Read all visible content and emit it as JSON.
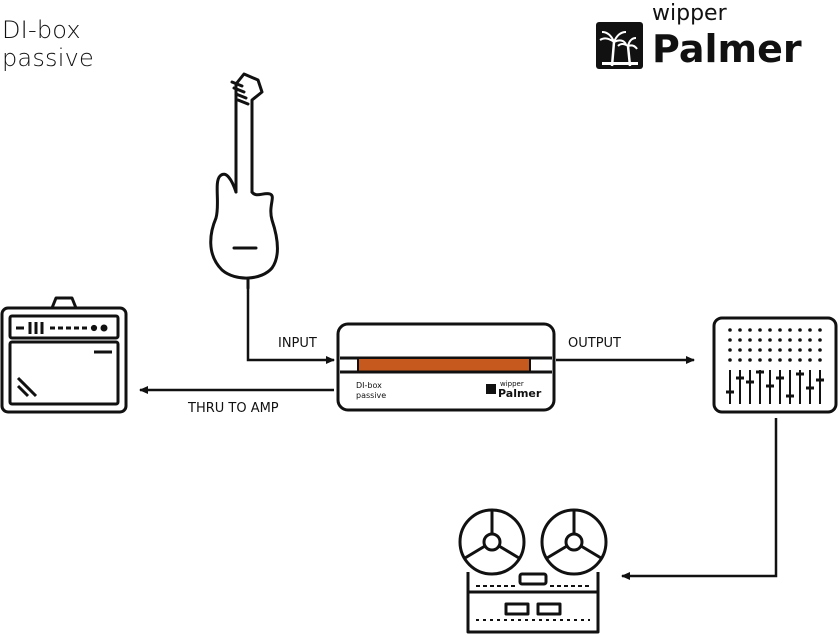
{
  "title": {
    "line1": "DI-box",
    "line2": "passive"
  },
  "brand": {
    "small": "wipper",
    "big": "Palmer",
    "logo_icon": "palm-trees-icon"
  },
  "device": {
    "label_line1": "DI-box",
    "label_line2": "passive",
    "brand_small": "wipper",
    "brand_big": "Palmer",
    "stripe_color": "#c65a1e"
  },
  "connections": {
    "input": "INPUT",
    "output": "OUTPUT",
    "thru": "THRU TO AMP"
  },
  "icons": {
    "guitar": "electric-guitar-icon",
    "amp": "guitar-amplifier-icon",
    "mixer": "mixing-console-icon",
    "recorder": "reel-to-reel-recorder-icon"
  },
  "colors": {
    "line": "#111111",
    "accent": "#c65a1e",
    "background": "#ffffff"
  }
}
